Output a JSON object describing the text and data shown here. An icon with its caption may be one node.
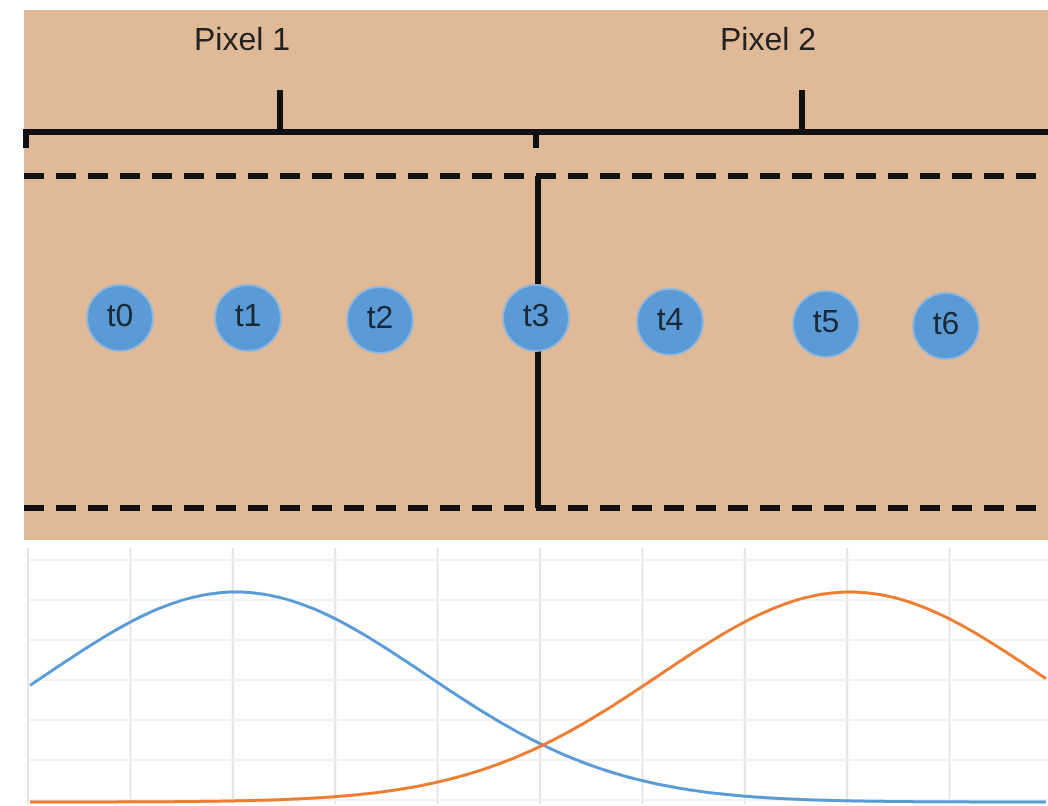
{
  "diagram": {
    "nodes": [
      {
        "text": [
          "t0"
        ]
      },
      {
        "text": [
          "t1"
        ]
      },
      {
        "text": [
          "t2"
        ]
      },
      {
        "text": [
          "t3"
        ]
      },
      {
        "text": [
          "t4"
        ]
      },
      {
        "text": [
          "t5"
        ]
      },
      {
        "text": [
          "t6"
        ]
      }
    ],
    "labels": [
      "Pixel 1",
      "Pixel 2"
    ]
  }
}
